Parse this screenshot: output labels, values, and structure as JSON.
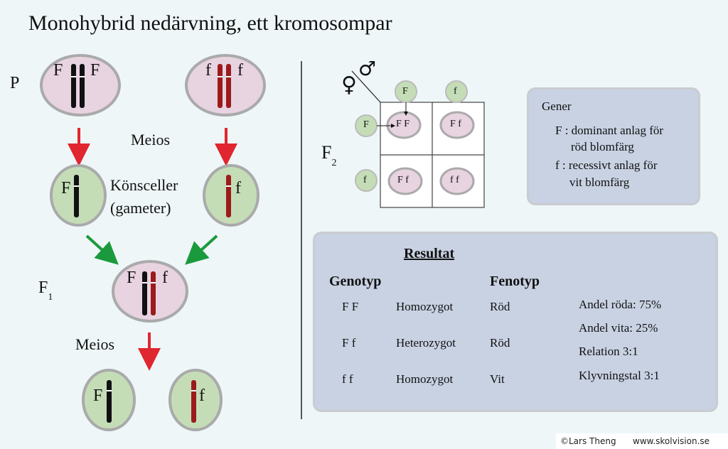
{
  "title": "Monohybrid nedärvning, ett kromosompar",
  "left": {
    "P": "P",
    "meios1": "Meios",
    "gametes_line1": "Könsceller",
    "gametes_line2": "(gameter)",
    "F1_base": "F",
    "F1_sub": "1",
    "meios2": "Meios",
    "cells": {
      "p_left": "F",
      "p_left_r": "F",
      "p_right": "f",
      "p_right_r": "f",
      "g_left": "F",
      "g_right": "f",
      "f1_left": "F",
      "f1_right": "f",
      "bottom_left": "F",
      "bottom_right": "f"
    }
  },
  "punnett": {
    "female_symbol": "♀",
    "male_symbol": "♂",
    "F2_base": "F",
    "F2_sub": "2",
    "top": [
      "F",
      "f"
    ],
    "side": [
      "F",
      "f"
    ],
    "cells": [
      "F F",
      "F f",
      "F f",
      "f f"
    ]
  },
  "gener": {
    "title": "Gener",
    "line1": "F : dominant anlag för",
    "line2": "röd blomfärg",
    "line3": "f : recessivt anlag för",
    "line4": "vit blomfärg"
  },
  "result": {
    "title": "Resultat",
    "col_genotyp": "Genotyp",
    "col_fenotyp": "Fenotyp",
    "rows": [
      {
        "geno": "F  F",
        "type": "Homozygot",
        "feno": "Röd"
      },
      {
        "geno": "F  f",
        "type": "Heterozygot",
        "feno": "Röd"
      },
      {
        "geno": "f   f",
        "type": "Homozygot",
        "feno": "Vit"
      }
    ],
    "stats": [
      "Andel röda: 75%",
      "Andel vita: 25%",
      "Relation 3:1",
      "Klyvningstal 3:1"
    ]
  },
  "footer": {
    "author": "©Lars Theng",
    "site": "www.skolvision.se"
  },
  "colors": {
    "pink_cell": "#e8d3e1",
    "green_cell": "#c5ddb7",
    "red_arrow": "#e0262e",
    "green_arrow": "#1a9a3c",
    "black_chrom": "#111111",
    "red_chrom": "#9b1b1b",
    "panel": "#c8d2e3"
  }
}
